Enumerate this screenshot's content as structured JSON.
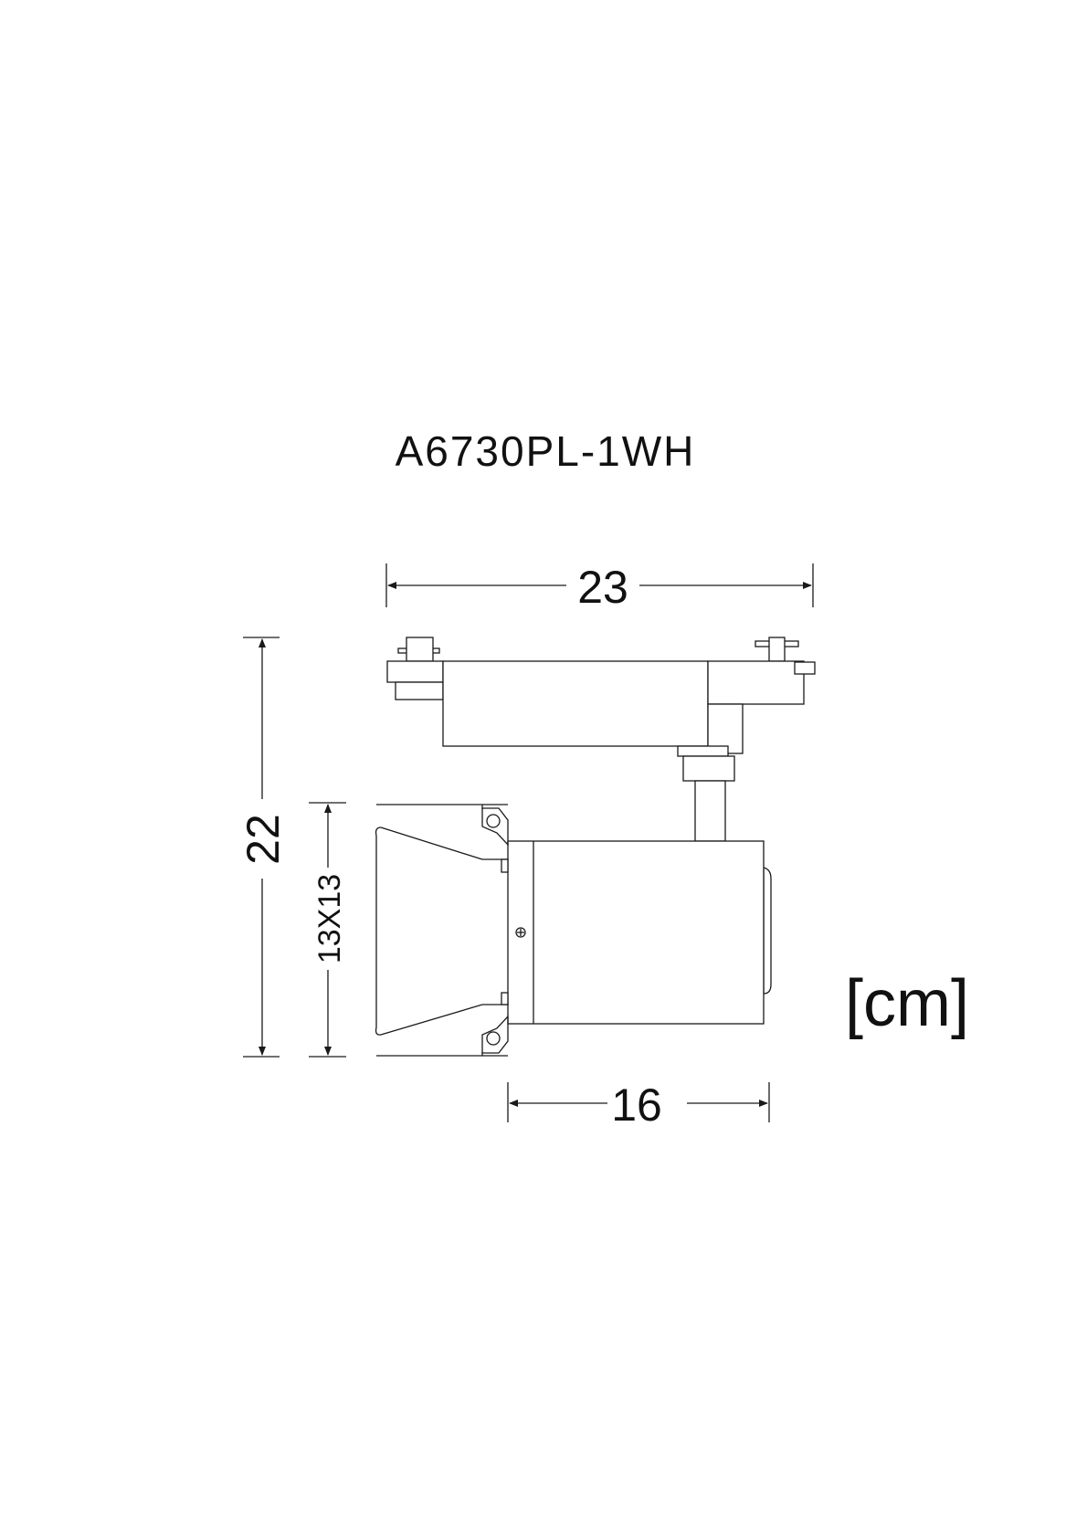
{
  "title": "A6730PL-1WH",
  "unit_label": "[cm]",
  "dimensions": {
    "total_width": "23",
    "total_height": "22",
    "head_size": "13X13",
    "head_length": "16"
  },
  "colors": {
    "line": "#1a1a1a",
    "background": "#ffffff"
  }
}
